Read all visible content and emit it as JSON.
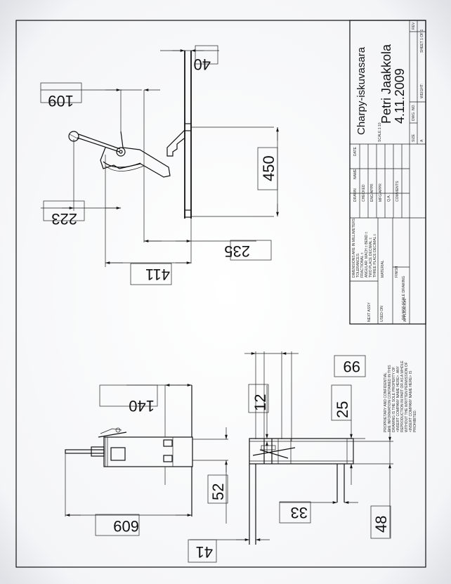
{
  "drawing": {
    "title_name": "Charpy-iskuvasara",
    "designer": "Petri Jaakkola",
    "date": "4.11.2009"
  },
  "dimensions": {
    "d40": "40",
    "d109": "109",
    "d450": "450",
    "d223": "223",
    "d235": "235",
    "d411": "411",
    "d140": "140",
    "d52": "52",
    "d609": "609",
    "d12": "12",
    "d25": "25",
    "d99": "99",
    "d33": "33",
    "d48": "48",
    "d41": "41"
  },
  "title_block": {
    "name_col": "NAME",
    "date_col": "DATE",
    "drawn": "DRAWN",
    "checked": "CHECKED",
    "eng_appr": "ENG APPR",
    "mfg_appr": "MFG APPR",
    "qa": "Q.A.",
    "comments": "COMMENTS:",
    "unless": "DIMENSIONS ARE IN MILLIMETERS",
    "tolerances": "TOLERANCES:",
    "fractional": "FRACTIONAL ±",
    "angular": "ANGULAR: MACH ±  BEND ±",
    "two_place": "TWO PLACE DECIMAL  ±",
    "three_place": "THREE PLACE DECIMAL  ±",
    "material": "MATERIAL",
    "finish": "FINISH",
    "next_assy": "NEXT ASSY",
    "used_on": "USED ON",
    "application": "APPLICATION",
    "do_not_scale": "DO NOT SCALE DRAWING",
    "proprietary_title": "PROPRIETARY AND CONFIDENTIAL",
    "proprietary_1": "THE INFORMATION CONTAINED IN THIS",
    "proprietary_2": "DRAWING IS THE SOLE PROPERTY OF",
    "proprietary_3": "<INSERT COMPANY NAME HERE>. ANY",
    "proprietary_4": "REPRODUCTION IN PART OR AS A WHOLE",
    "proprietary_5": "WITHOUT THE WRITTEN PERMISSION OF",
    "proprietary_6": "<INSERT COMPANY NAME HERE> IS",
    "proprietary_7": "PROHIBITED.",
    "size": "SIZE",
    "size_val": "A",
    "dwg_no": "DWG. NO.",
    "rev": "REV",
    "scale": "SCALE:1:10",
    "weight": "WEIGHT:",
    "sheet": "SHEET 1 OF 1"
  }
}
